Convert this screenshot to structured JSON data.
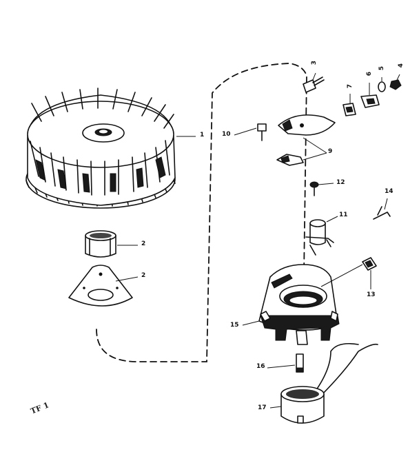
{
  "callouts": {
    "c1": "1",
    "c2a": "2",
    "c2b": "2",
    "c3": "3",
    "c4": "4",
    "c5": "5",
    "c6": "6",
    "c7": "7",
    "c9": "9",
    "c10": "10",
    "c11": "11",
    "c12": "12",
    "c13": "13",
    "c14": "14",
    "c15": "15",
    "c16": "16",
    "c17": "17"
  },
  "stamp": "TF 1"
}
